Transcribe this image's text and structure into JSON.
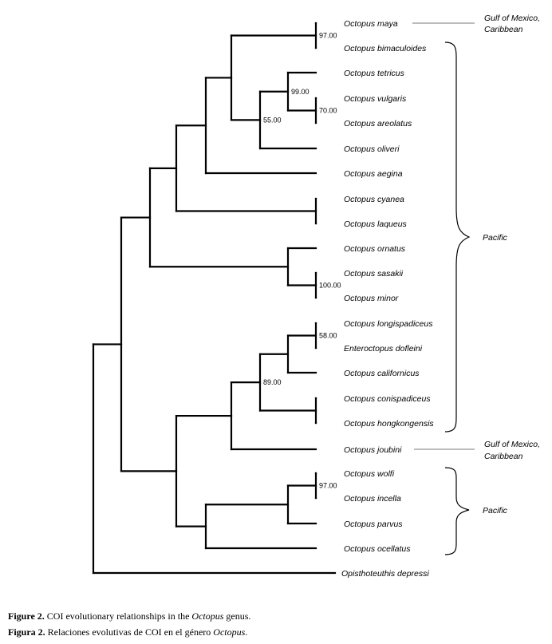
{
  "taxa": [
    "Octopus maya",
    "Octopus bimaculoides",
    "Octopus tetricus",
    "Octopus vulgaris",
    "Octopus areolatus",
    "Octopus oliveri",
    "Octopus aegina",
    "Octopus cyanea",
    "Octopus laqueus",
    "Octopus ornatus",
    "Octopus sasakii",
    "Octopus minor",
    "Octopus longispadiceus",
    "Enteroctopus dofleini",
    "Octopus californicus",
    "Octopus conispadiceus",
    "Octopus hongkongensis",
    "Octopus joubini",
    "Octopus wolfi",
    "Octopus incella",
    "Octopus parvus",
    "Octopus ocellatus",
    "Opisthoteuthis depressi"
  ],
  "bootstrap": [
    "97.00",
    "99.00",
    "70.00",
    "55.00",
    "100.00",
    "58.00",
    "89.00",
    "97.00"
  ],
  "regions": {
    "gulf_line1": "Gulf of Mexico,",
    "gulf_line2": "Caribbean",
    "pacific": "Pacific"
  },
  "caption": {
    "en_label": "Figure 2.",
    "en_text_before": " COI evolutionary relationships in the ",
    "en_italic": "Octopus",
    "en_text_after": " genus.",
    "es_label": "Figura 2.",
    "es_text_before": " Relaciones evolutivas de COI en el género ",
    "es_italic": "Octopus",
    "es_text_after": "."
  }
}
